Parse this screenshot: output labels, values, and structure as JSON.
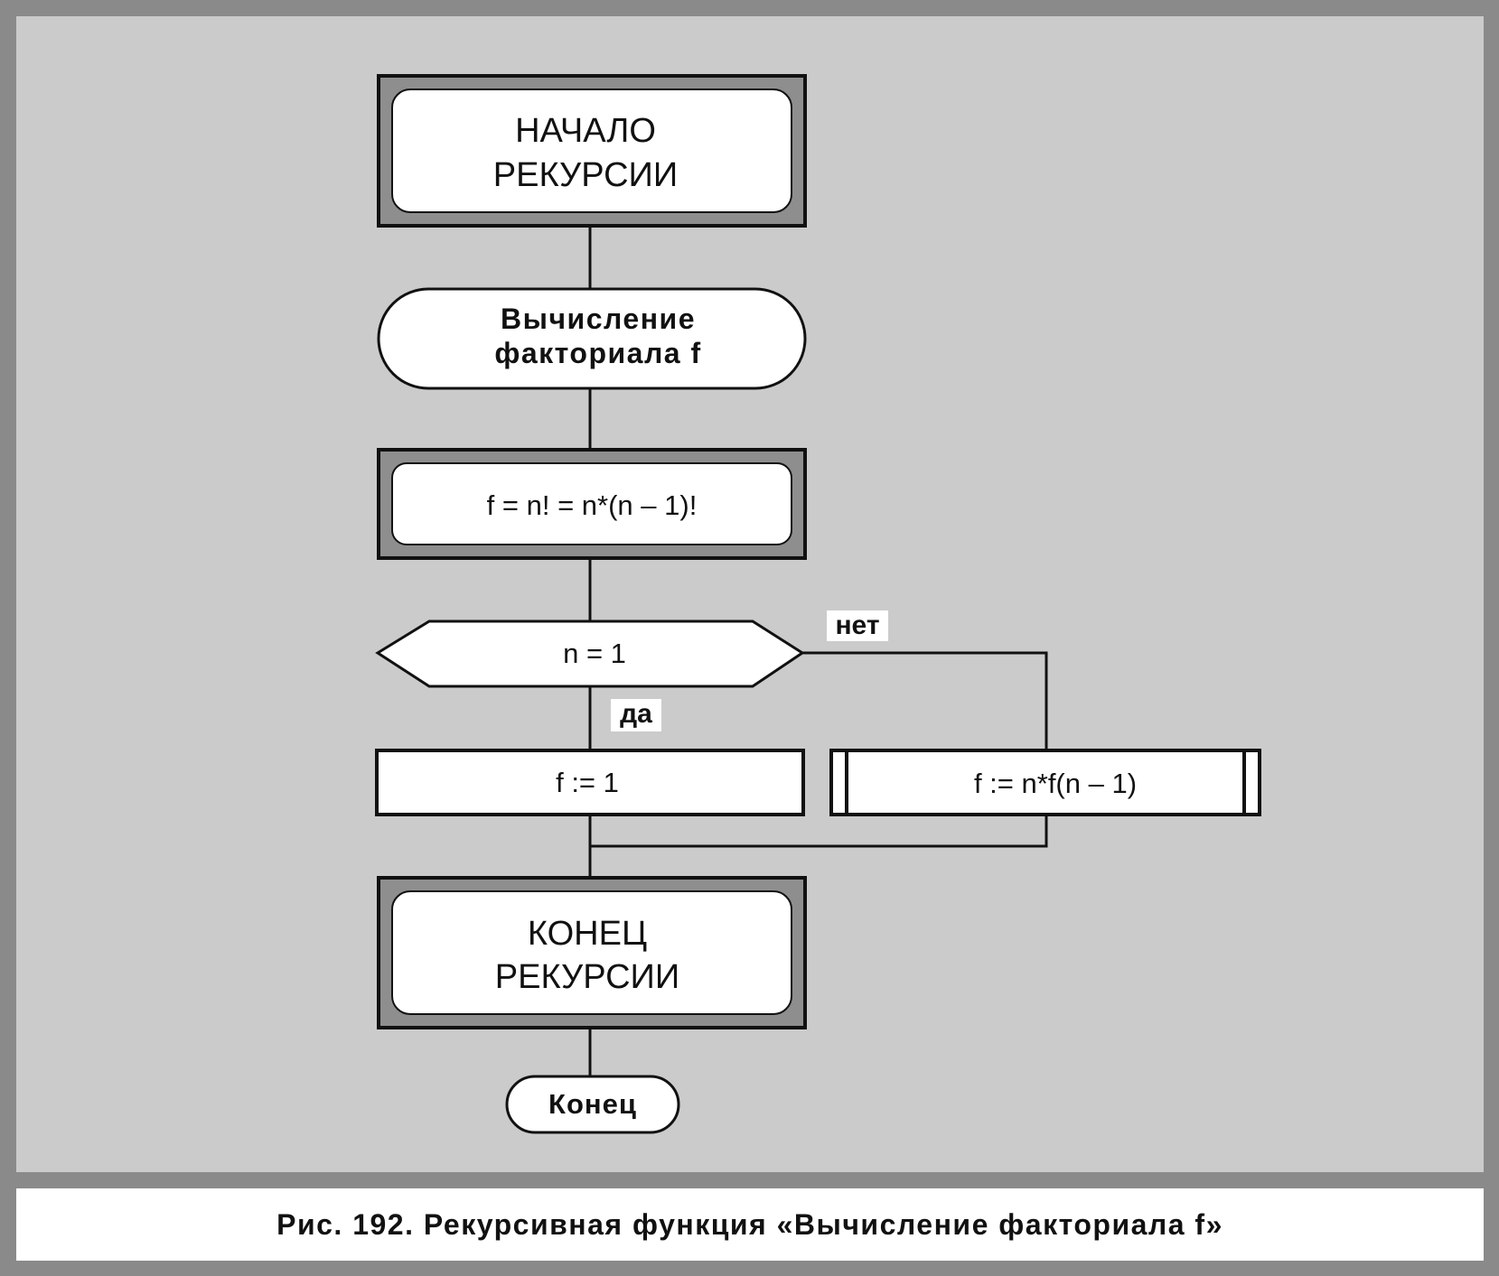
{
  "diagram": {
    "start_block": {
      "line1": "НАЧАЛО",
      "line2": "РЕКУРСИИ"
    },
    "title_block": {
      "line1": "Вычисление",
      "line2": "факториала f"
    },
    "formula_block": {
      "text": "f = n! = n*(n – 1)!"
    },
    "condition": {
      "text": "n = 1",
      "no_label": "нет",
      "yes_label": "да"
    },
    "assign_base": {
      "text": "f := 1"
    },
    "recursive_call": {
      "text": "f := n*f(n – 1)"
    },
    "end_block": {
      "line1": "КОНЕЦ",
      "line2": "РЕКУРСИИ"
    },
    "terminator": {
      "text": "Конец"
    }
  },
  "caption": "Рис. 192. Рекурсивная функция «Вычисление факториала f»"
}
